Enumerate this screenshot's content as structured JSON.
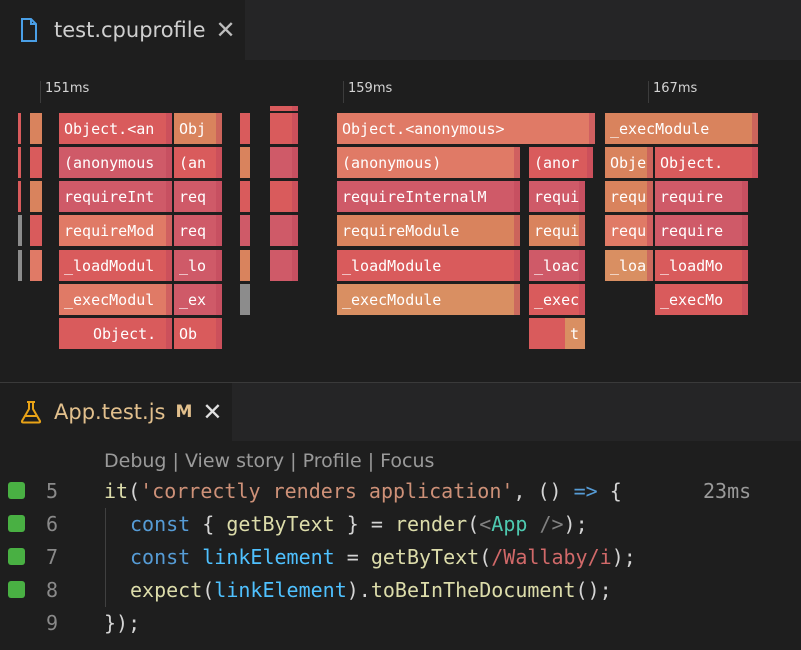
{
  "profile_tab": {
    "title": "test.cpuprofile",
    "close_glyph": "✕",
    "icon": "file-icon"
  },
  "flame": {
    "ticks": [
      "151ms",
      "159ms",
      "167ms"
    ],
    "bar_labels": [
      "Object.<an",
      "Obj",
      "(anonymous",
      "(an",
      "requireInt",
      "req",
      "requireMod",
      "req",
      "_loadModul",
      "_lo",
      "_execModul",
      "_ex",
      "Object.",
      "Ob",
      "Object.<anonymous>",
      "(anonymous)",
      "(anor",
      "requireInternalM",
      "requi",
      "requireModule",
      "requi",
      "_loadModule",
      "_loac",
      "_execModule",
      "_exec",
      "t",
      "_execModule",
      "Obje",
      "Object.",
      "requ",
      "require",
      "requ",
      "require",
      "_loa",
      "_loadMo",
      "_execMo"
    ]
  },
  "test_tab": {
    "title": "App.test.js",
    "status": "M",
    "close_glyph": "✕",
    "icon": "flask-icon"
  },
  "codelens": {
    "debug": "Debug",
    "view_story": "View story",
    "profile": "Profile",
    "focus": "Focus",
    "separator": " | "
  },
  "lines": [
    {
      "number": "5",
      "covered": true
    },
    {
      "number": "6",
      "covered": true
    },
    {
      "number": "7",
      "covered": true
    },
    {
      "number": "8",
      "covered": true
    },
    {
      "number": "9",
      "covered": false
    }
  ],
  "code": {
    "l5_fn": "it",
    "l5_open": "(",
    "l5_str": "'correctly renders application'",
    "l5_comma": ", ",
    "l5_paren": "() ",
    "l5_arrow": "=>",
    "l5_brace": " {",
    "l6_kw": "const",
    "l6_a": " { ",
    "l6_fn": "getByText",
    "l6_b": " } = ",
    "l6_render": "render",
    "l6_c": "(",
    "l6_lt": "<",
    "l6_tag": "App",
    "l6_gt": " />",
    "l6_d": ");",
    "l7_kw": "const",
    "l7_sp": " ",
    "l7_var": "linkElement",
    "l7_eq": " = ",
    "l7_fn": "getByText",
    "l7_a": "(",
    "l7_re": "/Wallaby/i",
    "l7_b": ");",
    "l8_fn": "expect",
    "l8_a": "(",
    "l8_var": "linkElement",
    "l8_b": ").",
    "l8_fn2": "toBeInTheDocument",
    "l8_c": "();",
    "l9": "});"
  },
  "timing": "23ms",
  "colors": {
    "coverage": "#49b043",
    "modified": "#e2c08d"
  }
}
